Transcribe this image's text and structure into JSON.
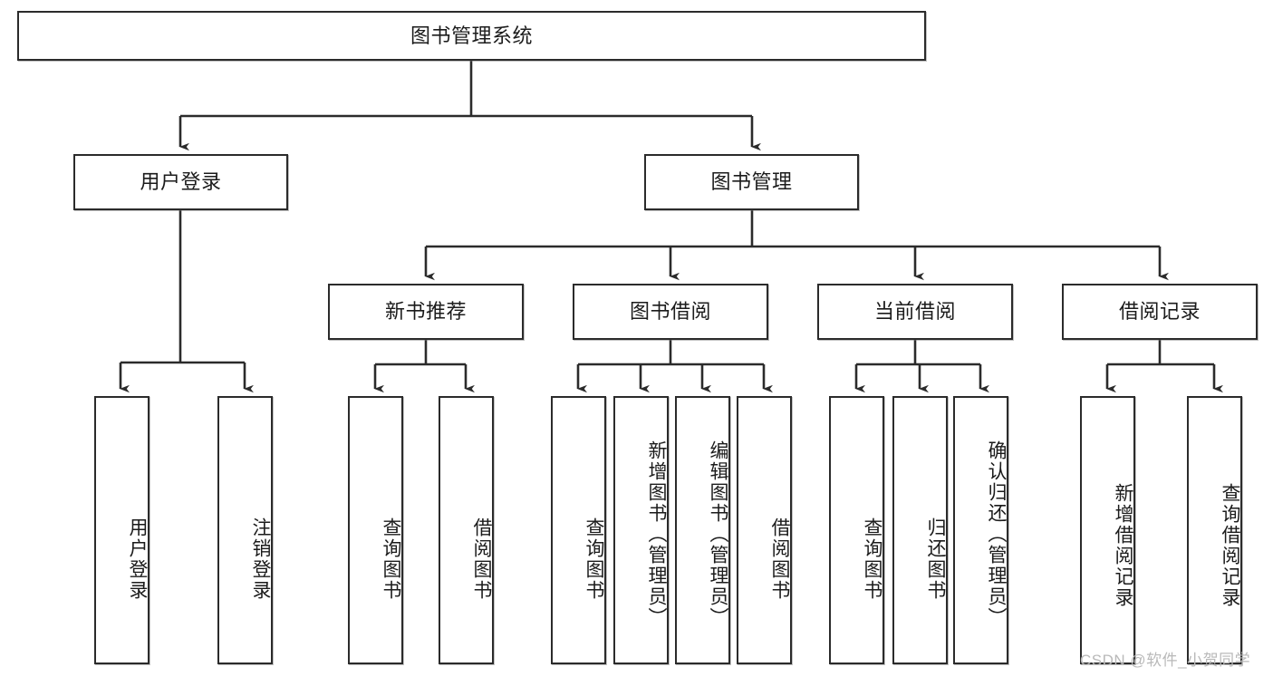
{
  "diagram": {
    "type": "tree",
    "title": "图书管理系统",
    "watermark": "CSDN @软件_小贺同学",
    "colors": {
      "box_border": "#2b2b2b",
      "box_fill": "#ffffff",
      "connector": "#2b2b2b",
      "text": "#1b1b1b",
      "watermark": "#b9b9b9",
      "background": "#ffffff"
    },
    "root": {
      "label": "图书管理系统",
      "children": [
        {
          "label": "用户登录",
          "children": [
            {
              "label": "用户登录"
            },
            {
              "label": "注销登录"
            }
          ]
        },
        {
          "label": "图书管理",
          "children": [
            {
              "label": "新书推荐",
              "children": [
                {
                  "label": "查询图书"
                },
                {
                  "label": "借阅图书"
                }
              ]
            },
            {
              "label": "图书借阅",
              "children": [
                {
                  "label": "查询图书"
                },
                {
                  "label": "新增图书（管理员）"
                },
                {
                  "label": "编辑图书（管理员）"
                },
                {
                  "label": "借阅图书"
                }
              ]
            },
            {
              "label": "当前借阅",
              "children": [
                {
                  "label": "查询图书"
                },
                {
                  "label": "归还图书"
                },
                {
                  "label": "确认归还（管理员）"
                }
              ]
            },
            {
              "label": "借阅记录",
              "children": [
                {
                  "label": "新增借阅记录"
                },
                {
                  "label": "查询借阅记录"
                }
              ]
            }
          ]
        }
      ]
    },
    "nodes": {
      "root": "图书管理系统",
      "level2": {
        "user_login": "用户登录",
        "book_manage": "图书管理"
      },
      "level3": {
        "new_book_recommend": "新书推荐",
        "book_borrow": "图书借阅",
        "current_borrow": "当前借阅",
        "borrow_record": "借阅记录"
      },
      "leaves": {
        "user_login_1": "用户登录",
        "user_login_2": "注销登录",
        "recommend_1": "查询图书",
        "recommend_2": "借阅图书",
        "borrow_1": "查询图书",
        "borrow_2": "新增图书（管理员）",
        "borrow_3": "编辑图书（管理员）",
        "borrow_4": "借阅图书",
        "current_1": "查询图书",
        "current_2": "归还图书",
        "current_3": "确认归还（管理员）",
        "record_1": "新增借阅记录",
        "record_2": "查询借阅记录"
      }
    }
  }
}
